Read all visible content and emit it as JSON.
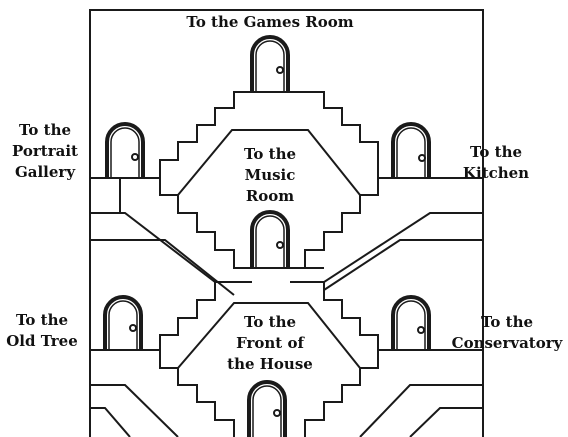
{
  "labels": {
    "games_room": "To the Games Room",
    "portrait_gallery": [
      "To the",
      "Portrait",
      "Gallery"
    ],
    "kitchen": [
      "To the",
      "Kitchen"
    ],
    "music_room": [
      "To the",
      "Music",
      "Room"
    ],
    "old_tree": [
      "To the",
      "Old Tree"
    ],
    "conservatory": [
      "To the",
      "Conservatory"
    ],
    "front_of_house": [
      "To the",
      "Front of",
      "the House"
    ]
  },
  "colors": {
    "line": "#1a1a1a",
    "background": "#ffffff"
  }
}
